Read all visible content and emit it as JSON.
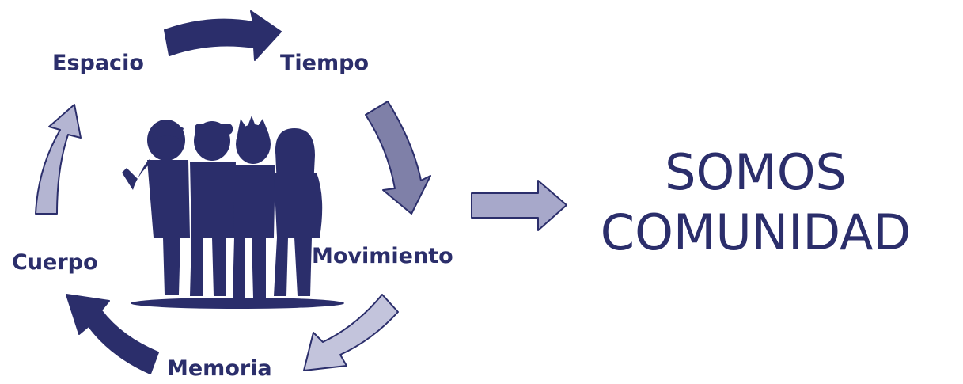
{
  "colors": {
    "dark": "#2b2e6b",
    "mid": "#7f80a8",
    "light": "#b4b5d2",
    "lighter": "#c3c4dc"
  },
  "cycle": {
    "nodes": {
      "espacio": "Espacio",
      "tiempo": "Tiempo",
      "movimiento": "Movimiento",
      "memoria": "Memoria",
      "cuerpo": "Cuerpo"
    }
  },
  "headline": {
    "line1": "SOMOS",
    "line2": "COMUNIDAD"
  },
  "icons": {
    "center": "group-of-people-silhouette-icon",
    "result_arrow": "right-arrow-icon"
  }
}
